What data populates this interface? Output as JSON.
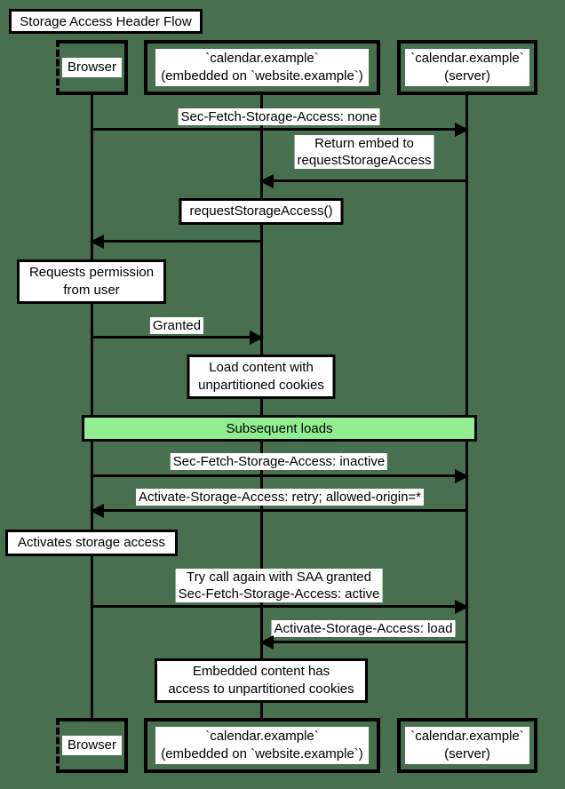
{
  "title": "Storage Access Header Flow",
  "participants": {
    "browser": {
      "line1": "Browser"
    },
    "embed": {
      "line1": "`calendar.example`",
      "line2": "(embedded on `website.example`)"
    },
    "server": {
      "line1": "`calendar.example`",
      "line2": "(server)"
    }
  },
  "messages": {
    "m1": {
      "label": "Sec-Fetch-Storage-Access: none"
    },
    "m2": {
      "line1": "Return embed to",
      "line2": "requestStorageAccess"
    },
    "m3": {
      "label": "Granted"
    },
    "m4": {
      "label": "Sec-Fetch-Storage-Access: inactive"
    },
    "m5": {
      "label": "Activate-Storage-Access: retry; allowed-origin=*"
    },
    "m6": {
      "line1": "Try call again with SAA granted",
      "line2": "Sec-Fetch-Storage-Access: active"
    },
    "m7": {
      "label": "Activate-Storage-Access: load"
    }
  },
  "notes": {
    "n1": {
      "line1": "requestStorageAccess()"
    },
    "n2": {
      "line1": "Requests permission",
      "line2": "from user"
    },
    "n3": {
      "line1": "Load content with",
      "line2": "unpartitioned cookies"
    },
    "n4": {
      "line1": "Activates storage access"
    },
    "n5": {
      "line1": "Embedded content has",
      "line2": "access to unpartitioned cookies"
    }
  },
  "band": {
    "label": "Subsequent loads"
  },
  "colors": {
    "background": "#48704E",
    "line": "#000000",
    "text": "#000000",
    "note_fill": "#FFFFFF",
    "label_background": "#FFFFFF",
    "band_fill": "#90EE90"
  }
}
